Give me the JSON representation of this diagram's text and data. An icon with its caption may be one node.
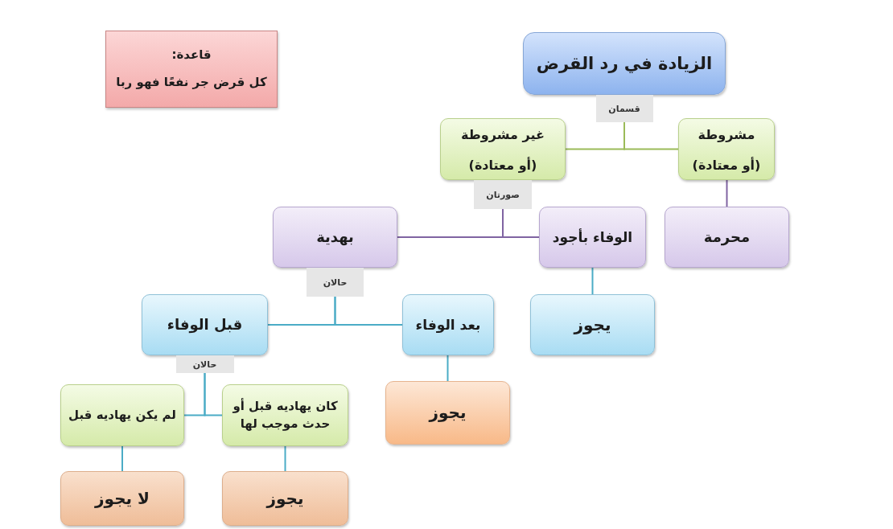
{
  "diagram": {
    "nodes": [
      {
        "text": [
          "قاعدة:",
          "كل قرض جر نفعًا فهو ربا"
        ]
      },
      {
        "text": [
          "الزيادة في رد القرض"
        ]
      },
      {
        "text": [
          "مشروطة",
          "(أو معتادة)"
        ]
      },
      {
        "text": [
          "غير مشروطة",
          "(أو معتادة)"
        ]
      },
      {
        "text": [
          "بهدية"
        ]
      },
      {
        "text": [
          "الوفاء بأجود"
        ]
      },
      {
        "text": [
          "محرمة"
        ]
      },
      {
        "text": [
          "قبل الوفاء"
        ]
      },
      {
        "text": [
          "بعد الوفاء"
        ]
      },
      {
        "text": [
          "يجوز"
        ]
      },
      {
        "text": [
          "لم يكن يهاديه قبل"
        ]
      },
      {
        "text": [
          "كان يهاديه قبل أو حدث موجب لها"
        ]
      },
      {
        "text": [
          "يجوز"
        ]
      },
      {
        "text": [
          "لا يجوز"
        ]
      },
      {
        "text": [
          "يجوز"
        ]
      }
    ],
    "edges": [
      {
        "from": 1,
        "to": 3,
        "arrow": "none",
        "label": "قسمان",
        "color": "#9bbb59"
      },
      {
        "from": 1,
        "to": 2,
        "arrow": "none",
        "color": "#9bbb59"
      },
      {
        "from": 3,
        "to": 4,
        "arrow": "none",
        "label": "صورتان",
        "color": "#8064a2"
      },
      {
        "from": 3,
        "to": 5,
        "arrow": "none",
        "color": "#8064a2"
      },
      {
        "from": 2,
        "to": 6,
        "arrow": "none",
        "color": "#8064a2"
      },
      {
        "from": 4,
        "to": 7,
        "arrow": "none",
        "label": "حالان"
      },
      {
        "from": 4,
        "to": 8,
        "arrow": "none"
      },
      {
        "from": 5,
        "to": 9,
        "arrow": "none"
      },
      {
        "from": 7,
        "to": 10,
        "arrow": "none",
        "label": "حالان"
      },
      {
        "from": 7,
        "to": 11,
        "arrow": "none"
      },
      {
        "from": 8,
        "to": 12,
        "arrow": "none"
      },
      {
        "from": 10,
        "to": 13,
        "arrow": "none"
      },
      {
        "from": 11,
        "to": 14,
        "arrow": "none"
      }
    ]
  }
}
